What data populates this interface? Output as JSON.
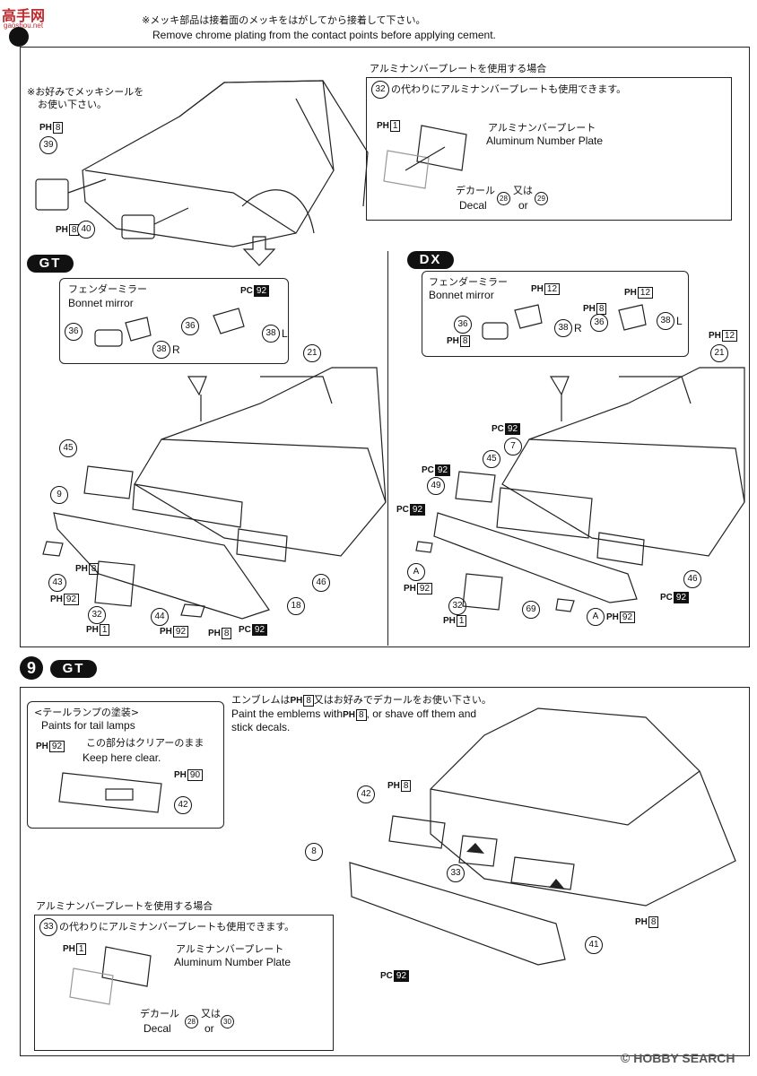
{
  "header": {
    "note_jp": "※メッキ部品は接着面のメッキをはがしてから接着して下さい。",
    "note_en": "Remove chrome plating from the contact points before applying cement."
  },
  "watermark_logo": "高手网",
  "watermark_url": "gaoshou.net",
  "step8": {
    "chrome_sticker_note_line1": "※お好みでメッキシールを",
    "chrome_sticker_note_line2": "お使い下さい。",
    "plate_section_title": "アルミナンバープレートを使用する場合",
    "plate_section_text": "の代わりにアルミナンバープレートも使用できます。",
    "plate_section_num": "32",
    "plate_label_jp": "アルミナンバープレート",
    "plate_label_en": "Aluminum Number Plate",
    "decal_jp": "デカール",
    "decal_en": "Decal",
    "or_jp": "又は",
    "or_en": "or",
    "decal_num_a": "28",
    "decal_num_b": "29",
    "gt_badge": "GT",
    "dx_badge": "DX",
    "mirror_jp": "フェンダーミラー",
    "mirror_en": "Bonnet mirror",
    "R": "R",
    "L": "L"
  },
  "step9": {
    "step_num": "9",
    "gt_badge": "GT",
    "tail_title": "<テールランプの塗装>",
    "tail_en": "Paints for tail lamps",
    "clear_jp": "この部分はクリアーのまま",
    "clear_en": "Keep here clear.",
    "emblem_jp": "エンブレムは",
    "emblem_jp2": "又はお好みでデカールをお使い下さい。",
    "emblem_en1": "Paint the emblems with",
    "emblem_en2": ", or shave off them and",
    "emblem_en3": "stick decals.",
    "plate_section_title": "アルミナンバープレートを使用する場合",
    "plate_section_text": "の代わりにアルミナンバープレートも使用できます。",
    "plate_section_num": "33",
    "plate_label_jp": "アルミナンバープレート",
    "plate_label_en": "Aluminum Number Plate",
    "decal_jp": "デカール",
    "decal_en": "Decal",
    "or_jp": "又は",
    "or_en": "or",
    "decal_num_a": "28",
    "decal_num_b": "30"
  },
  "parts": {
    "p39": "39",
    "p40": "40",
    "p36": "36",
    "p38": "38",
    "p21": "21",
    "p45": "45",
    "p9": "9",
    "p43": "43",
    "p32": "32",
    "p44": "44",
    "p18": "18",
    "p46": "46",
    "p7": "7",
    "p49": "49",
    "p69": "69",
    "p42": "42",
    "p8": "8",
    "p33": "33",
    "p41": "41",
    "A": "A"
  },
  "paints": {
    "PH": "PH",
    "PC": "PC",
    "c1": "1",
    "c8": "8",
    "c12": "12",
    "c90": "90",
    "c92": "92"
  },
  "footer": {
    "hobby_search": "HOBBY SEARCH",
    "copyright": "©"
  }
}
